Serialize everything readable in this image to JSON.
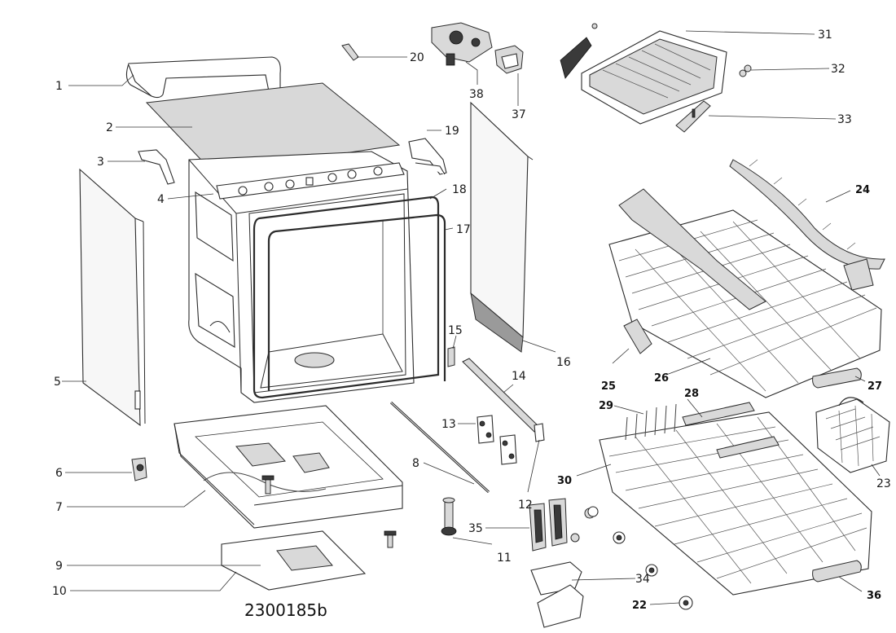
{
  "diagram_code": "2300185b",
  "callouts": [
    "1",
    "2",
    "3",
    "4",
    "5",
    "6",
    "7",
    "8",
    "9",
    "10",
    "11",
    "12",
    "13",
    "14",
    "15",
    "16",
    "17",
    "18",
    "19",
    "20",
    "22",
    "23",
    "24",
    "25",
    "26",
    "27",
    "28",
    "29",
    "30",
    "31",
    "32",
    "33",
    "34",
    "35",
    "36",
    "37",
    "38"
  ]
}
